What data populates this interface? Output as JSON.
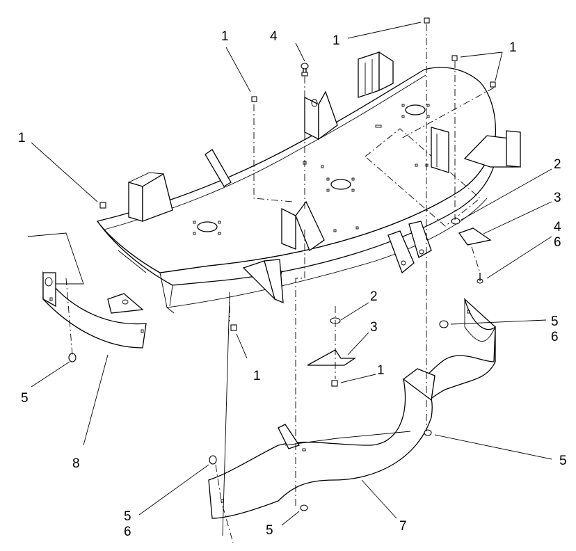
{
  "callouts": [
    {
      "id": "c01",
      "text": "1"
    },
    {
      "id": "c02",
      "text": "4"
    },
    {
      "id": "c03",
      "text": "1"
    },
    {
      "id": "c04",
      "text": "1"
    },
    {
      "id": "c05",
      "text": "1"
    },
    {
      "id": "c06",
      "text": "2"
    },
    {
      "id": "c07",
      "text": "3"
    },
    {
      "id": "c08",
      "text": "4"
    },
    {
      "id": "c09",
      "text": "6"
    },
    {
      "id": "c10",
      "text": "2"
    },
    {
      "id": "c11",
      "text": "3"
    },
    {
      "id": "c12",
      "text": "1"
    },
    {
      "id": "c13",
      "text": "1"
    },
    {
      "id": "c14",
      "text": "5"
    },
    {
      "id": "c15",
      "text": "6"
    },
    {
      "id": "c16",
      "text": "5"
    },
    {
      "id": "c17",
      "text": "8"
    },
    {
      "id": "c18",
      "text": "5"
    },
    {
      "id": "c19",
      "text": "5"
    },
    {
      "id": "c20",
      "text": "6"
    },
    {
      "id": "c21",
      "text": "5"
    },
    {
      "id": "c22",
      "text": "7"
    }
  ]
}
